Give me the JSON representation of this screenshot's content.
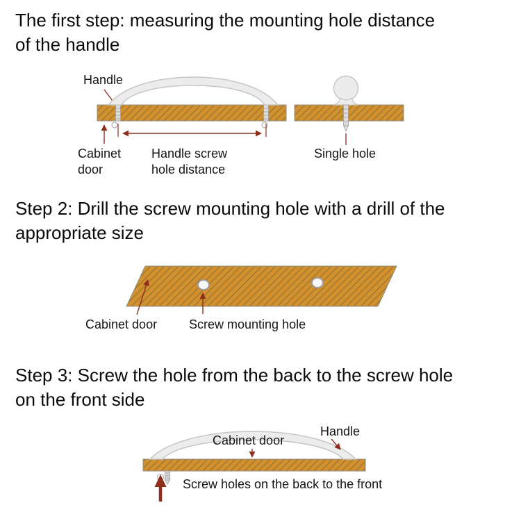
{
  "colors": {
    "wood": "#d2912c",
    "wood_hatch": "#8d7037",
    "board_border": "#8c8c8c",
    "handle_fill": "#ececec",
    "handle_stroke": "#c6c6c6",
    "arrow": "#8e2f1e",
    "text": "#0a0a0a"
  },
  "step1": {
    "title_line1": "The first step: measuring the mounting hole distance",
    "title_line2": "of the handle",
    "labels": {
      "handle": "Handle",
      "cabinet_door": "Cabinet door",
      "screw_distance": "Handle screw hole distance",
      "single_hole": "Single hole"
    }
  },
  "step2": {
    "title_line1": "Step 2: Drill the screw mounting hole with a drill of the",
    "title_line2": "appropriate size",
    "labels": {
      "cabinet_door": "Cabinet door",
      "screw_hole": "Screw mounting hole"
    }
  },
  "step3": {
    "title_line1": "Step 3: Screw the hole from the back to the screw hole",
    "title_line2": "on the front side",
    "labels": {
      "cabinet_door": "Cabinet door",
      "handle": "Handle",
      "screw_holes": "Screw holes on the back to the front"
    }
  }
}
